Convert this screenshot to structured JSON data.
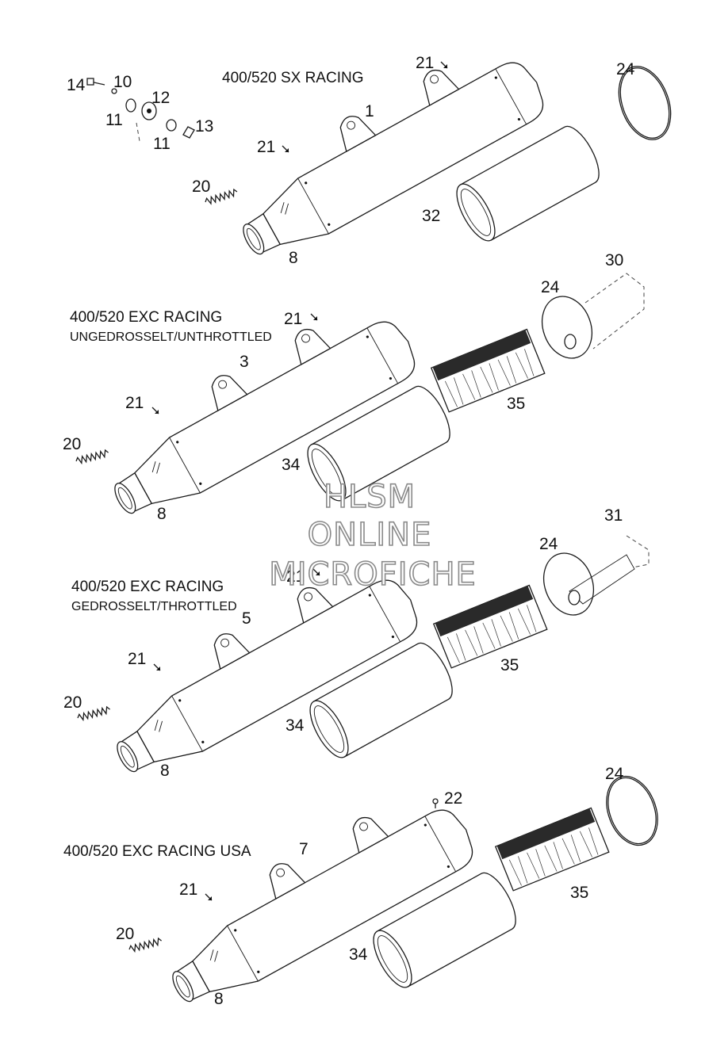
{
  "titles": {
    "sx": "400/520 SX RACING",
    "exc_unthrottled": "400/520 EXC RACING",
    "exc_unthrottled_sub": "UNGEDROSSELT/UNTHROTTLED",
    "exc_throttled": "400/520 EXC RACING",
    "exc_throttled_sub": "GEDROSSELT/THROTTLED",
    "exc_usa": "400/520 EXC RACING USA"
  },
  "watermark": [
    "HLSM",
    "ONLINE",
    "MICROFICHE"
  ],
  "parts": {
    "p1": "1",
    "p3": "3",
    "p5": "5",
    "p7": "7",
    "p8": "8",
    "p10": "10",
    "p11": "11",
    "p12": "12",
    "p13": "13",
    "p14": "14",
    "p20": "20",
    "p21": "21",
    "p22": "22",
    "p24": "24",
    "p30": "30",
    "p31": "31",
    "p32": "32",
    "p34": "34",
    "p35": "35"
  }
}
